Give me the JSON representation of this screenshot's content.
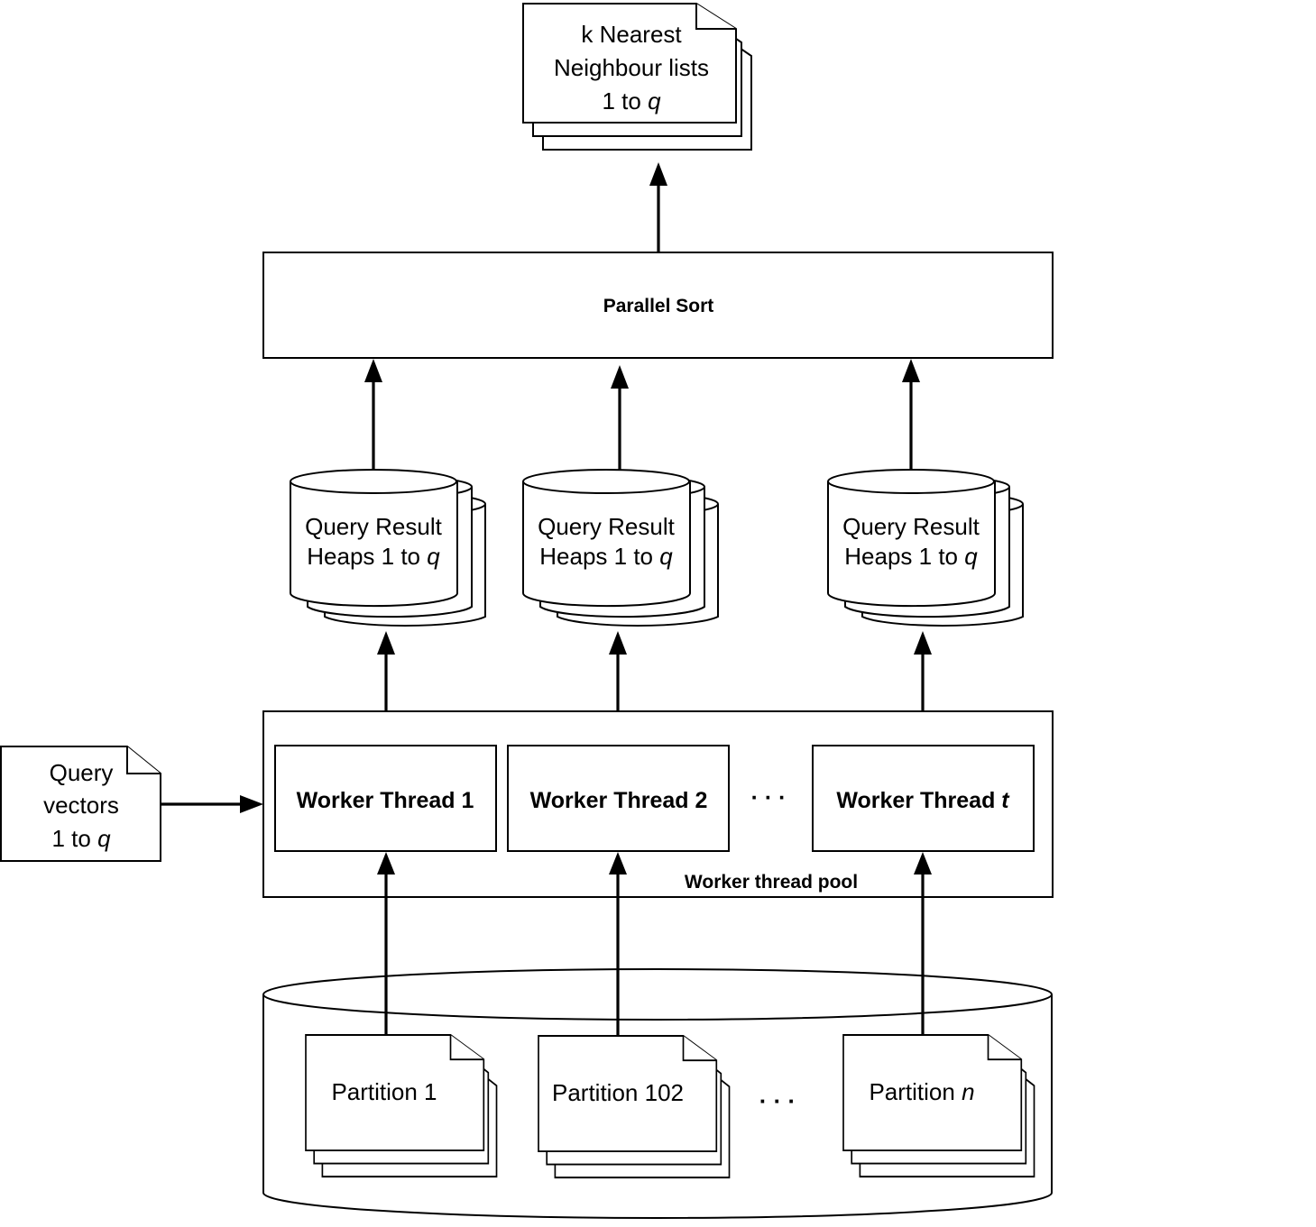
{
  "output": {
    "line1": "k Nearest",
    "line2": "Neighbour lists",
    "line3_prefix": "1 to ",
    "line3_var": "q"
  },
  "sort": {
    "label": "Parallel Sort"
  },
  "heaps": [
    {
      "line1": "Query Result",
      "line2_prefix": "Heaps 1 to ",
      "line2_var": "q"
    },
    {
      "line1": "Query Result",
      "line2_prefix": "Heaps 1 to ",
      "line2_var": "q"
    },
    {
      "line1": "Query Result",
      "line2_prefix": "Heaps 1 to ",
      "line2_var": "q"
    }
  ],
  "pool": {
    "label": "Worker thread pool",
    "workers": [
      {
        "prefix": "Worker Thread 1",
        "var": ""
      },
      {
        "prefix": "Worker Thread 2",
        "var": ""
      },
      {
        "prefix": "Worker Thread ",
        "var": "t"
      }
    ],
    "ellipsis": "· · ·"
  },
  "query": {
    "line1": "Query",
    "line2": "vectors",
    "line3_prefix": "1 to ",
    "line3_var": "q"
  },
  "partitions": [
    {
      "prefix": "Partition 1",
      "var": ""
    },
    {
      "prefix": "Partition 102",
      "var": ""
    },
    {
      "prefix": "Partition ",
      "var": "n"
    }
  ],
  "partitions_ellipsis": "· · ·"
}
